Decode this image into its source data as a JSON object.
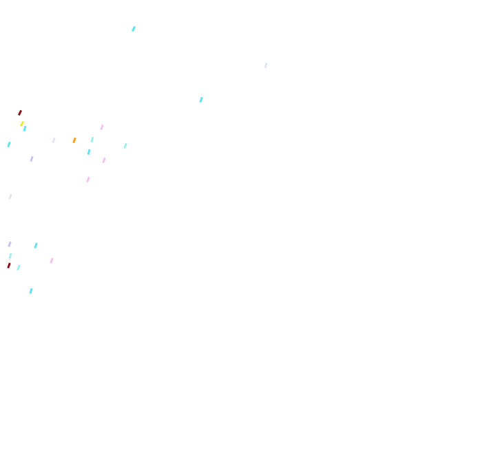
{
  "page": {
    "background": "#ffffff"
  },
  "confetti": {
    "palette": {
      "cyan": "#5fe3ee",
      "light_cyan": "#9eeff5",
      "dark_red": "#8a0f16",
      "yellow": "#e4ee3a",
      "orange": "#f3a21a",
      "pink": "#f3c3ef",
      "lavender": "#c7c3f7",
      "pale_gray": "#e2e6ee"
    },
    "pieces": [
      {
        "color": "cyan",
        "icon": "confetti-piece-icon"
      },
      {
        "color": "pale_gray",
        "icon": "confetti-piece-icon"
      },
      {
        "color": "cyan",
        "icon": "confetti-piece-icon"
      },
      {
        "color": "dark_red",
        "icon": "confetti-piece-icon"
      },
      {
        "color": "yellow",
        "icon": "confetti-piece-icon"
      },
      {
        "color": "cyan",
        "icon": "confetti-piece-icon"
      },
      {
        "color": "pink",
        "icon": "confetti-piece-icon"
      },
      {
        "color": "light_cyan",
        "icon": "confetti-piece-icon"
      },
      {
        "color": "pale_gray",
        "icon": "confetti-piece-icon"
      },
      {
        "color": "orange",
        "icon": "confetti-piece-icon"
      },
      {
        "color": "light_cyan",
        "icon": "confetti-piece-icon"
      },
      {
        "color": "cyan",
        "icon": "confetti-piece-icon"
      },
      {
        "color": "cyan",
        "icon": "confetti-piece-icon"
      },
      {
        "color": "lavender",
        "icon": "confetti-piece-icon"
      },
      {
        "color": "pink",
        "icon": "confetti-piece-icon"
      },
      {
        "color": "pink",
        "icon": "confetti-piece-icon"
      },
      {
        "color": "pale_gray",
        "icon": "confetti-piece-icon"
      },
      {
        "color": "lavender",
        "icon": "confetti-piece-icon"
      },
      {
        "color": "cyan",
        "icon": "confetti-piece-icon"
      },
      {
        "color": "light_cyan",
        "icon": "confetti-piece-icon"
      },
      {
        "color": "pink",
        "icon": "confetti-piece-icon"
      },
      {
        "color": "dark_red",
        "icon": "confetti-piece-icon"
      },
      {
        "color": "light_cyan",
        "icon": "confetti-piece-icon"
      },
      {
        "color": "cyan",
        "icon": "confetti-piece-icon"
      }
    ]
  }
}
